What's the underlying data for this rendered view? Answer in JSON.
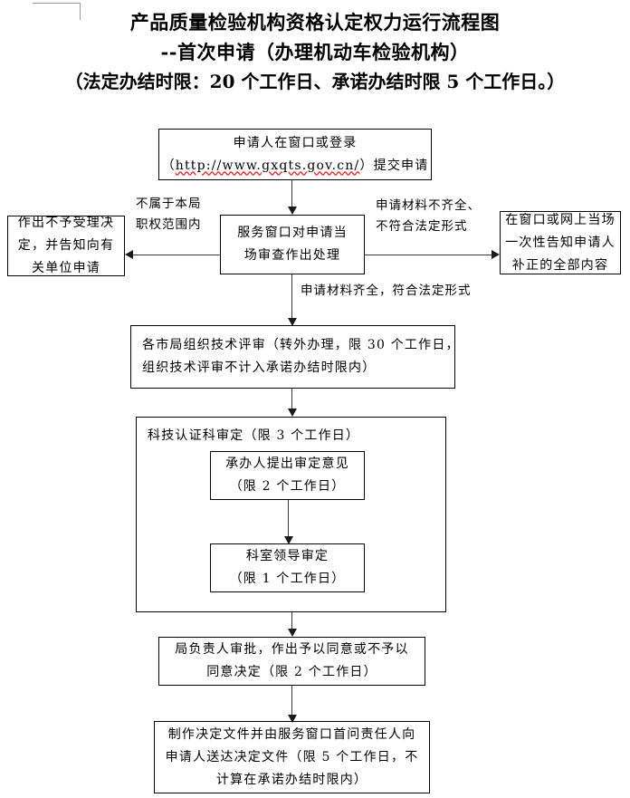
{
  "title": {
    "line1": "产品质量检验机构资格认定权力运行流程图",
    "line2": "--首次申请（办理机动车检验机构）",
    "line3_prefix": "（法定办结时限：20 个工作日、承诺办结时限 5 个工作日。）"
  },
  "nodes": {
    "apply": {
      "line1": "申请人在窗口或登录",
      "line2_open": "（",
      "line2_url": "http://www.gxqts.gov.cn/",
      "line2_close": "）提交申请"
    },
    "reject": {
      "line1": "作出不予受理决",
      "line2": "定，并告知向有",
      "line3": "关单位申请"
    },
    "window_review": {
      "line1": "服务窗口对申请当",
      "line2": "场审查作出处理"
    },
    "supplement": {
      "line1": "在窗口或网上当场",
      "line2": "一次性告知申请人",
      "line3": "补正的全部内容"
    },
    "tech_review": {
      "line1": "各市局组织技术评审（转外办理，限 30 个工作日，",
      "line2": "组织技术评审不计入承诺办结时限内）"
    },
    "certification": {
      "header": "科技认证科审定（限 3 个工作日）"
    },
    "handler_opinion": {
      "line1": "承办人提出审定意见",
      "line2": "（限 2 个工作日）"
    },
    "section_leader": {
      "line1": "科室领导审定",
      "line2": "（限 1 个工作日）"
    },
    "bureau_approval": {
      "line1": "局负责人审批，作出予以同意或不予以",
      "line2": "同意决定（限 2 个工作日）"
    },
    "deliver_decision": {
      "line1": "制作决定文件并由服务窗口首问责任人向",
      "line2": "申请人送达决定文件（限 5 个工作日，不",
      "line3": "计算在承诺办结时限内）"
    }
  },
  "edge_labels": {
    "not_in_scope": {
      "line1": "不属于本局",
      "line2": "职权范围内"
    },
    "incomplete": {
      "line1": "申请材料不齐全、",
      "line2": "不符合法定形式"
    },
    "complete": {
      "line1": "申请材料齐全，符合法定形式"
    }
  },
  "colors": {
    "box_border": "#000000",
    "connector": "#3a3a3a",
    "text": "#000000",
    "spellcheck": "#e03030",
    "corner_mark": "#9a9a9a",
    "background": "#ffffff"
  }
}
